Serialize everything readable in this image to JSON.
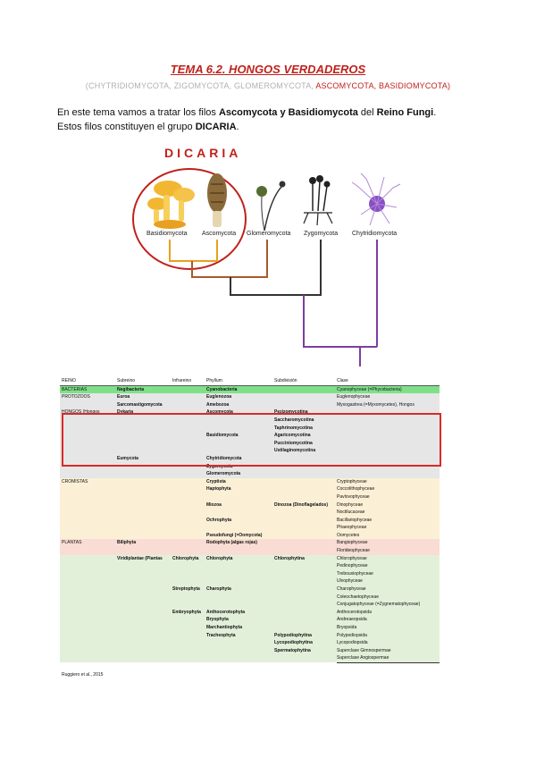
{
  "header": {
    "title": "TEMA 6.2. HONGOS VERDADEROS",
    "subtitle_gray": "(CHYTRIDIOMYCOTA, ZIGOMYCOTA, GLOMEROMYCOTA, ",
    "subtitle_red": "ASCOMYCOTA, BASIDIOMYCOTA)"
  },
  "intro": {
    "line1_a": "En este tema vamos a tratar los filos ",
    "line1_b": "Ascomycota y Basidiomycota",
    "line1_c": " del ",
    "line1_d": "Reino Fungi",
    "line1_e": ".",
    "line2_a": "Estos filos constituyen el grupo ",
    "line2_b": "DICARIA",
    "line2_c": "."
  },
  "tree": {
    "group_label": "DICARIA",
    "clades": [
      "Basidiomycota",
      "Ascomycota",
      "Glomeromycota",
      "Zygomycota",
      "Chytridiomycota"
    ],
    "colors": {
      "highlight": "#c0211b",
      "orange": "#e8a020",
      "brown": "#a85a2a",
      "dark": "#333333",
      "purple": "#7b3fa0"
    }
  },
  "table": {
    "headers": [
      "REINO",
      "Subreino",
      "Infrareino",
      "Phyllum",
      "Subdivisión",
      "Clase"
    ],
    "rows": [
      {
        "c0": "BACTERIAS",
        "c1": "Negibacteria",
        "c2": "",
        "c3": "Cyanobacteria",
        "c4": "",
        "c5": "Cyanophyceae (=Phycobacteria)",
        "bg": "#7fe08a"
      },
      {
        "c0": "PROTOZOOS",
        "c1": "Euroa",
        "c2": "",
        "c3": "Euglenozoa",
        "c4": "",
        "c5": "Euglenophyceae",
        "bg": "#e6e6e6"
      },
      {
        "c0": "",
        "c1": "Sarcomastigomycota",
        "c2": "",
        "c3": "Amebozoa",
        "c4": "",
        "c5": "Myxogastrea (=Myxomycetes), Hongos",
        "bg": "#e6e6e6"
      },
      {
        "c0": "HONGOS (Hongos",
        "c1": "Dykaria",
        "c2": "",
        "c3": "Ascomycota",
        "c4": "Pezizomycotina",
        "c5": "",
        "bg": "#e6e6e6"
      },
      {
        "c0": "",
        "c1": "",
        "c2": "",
        "c3": "",
        "c4": "Saccharomycotina",
        "c5": "",
        "bg": "#e6e6e6"
      },
      {
        "c0": "",
        "c1": "",
        "c2": "",
        "c3": "",
        "c4": "Taphrinomycotina",
        "c5": "",
        "bg": "#e6e6e6"
      },
      {
        "c0": "",
        "c1": "",
        "c2": "",
        "c3": "Basidiomycota",
        "c4": "Agaricomycotina",
        "c5": "",
        "bg": "#e6e6e6"
      },
      {
        "c0": "",
        "c1": "",
        "c2": "",
        "c3": "",
        "c4": "Pucciniomycotina",
        "c5": "",
        "bg": "#e6e6e6"
      },
      {
        "c0": "",
        "c1": "",
        "c2": "",
        "c3": "",
        "c4": "Ustilaginomycotina",
        "c5": "",
        "bg": "#e6e6e6"
      },
      {
        "c0": "",
        "c1": "Eumycota",
        "c2": "",
        "c3": "Chytridiomycota",
        "c4": "",
        "c5": "",
        "bg": "#e6e6e6"
      },
      {
        "c0": "",
        "c1": "",
        "c2": "",
        "c3": "Zygomycota",
        "c4": "",
        "c5": "",
        "bg": "#e6e6e6"
      },
      {
        "c0": "",
        "c1": "",
        "c2": "",
        "c3": "Glomeromycota",
        "c4": "",
        "c5": "",
        "bg": "#e6e6e6"
      },
      {
        "c0": "CROMISTAS",
        "c1": "",
        "c2": "",
        "c3": "Cryptista",
        "c4": "",
        "c5": "Cryptophyceae",
        "bg": "#fbf0d6"
      },
      {
        "c0": "",
        "c1": "",
        "c2": "",
        "c3": "Haptophyta",
        "c4": "",
        "c5": "Coccolithophyceae",
        "bg": "#fbf0d6"
      },
      {
        "c0": "",
        "c1": "",
        "c2": "",
        "c3": "",
        "c4": "",
        "c5": "Pavlovophyceae",
        "bg": "#fbf0d6"
      },
      {
        "c0": "",
        "c1": "",
        "c2": "",
        "c3": "Miozoa",
        "c4": "Dinozoa (Dinoflagelados)",
        "c5": "Dinophyceae",
        "bg": "#fbf0d6"
      },
      {
        "c0": "",
        "c1": "",
        "c2": "",
        "c3": "",
        "c4": "",
        "c5": "Noctilucaceae",
        "bg": "#fbf0d6"
      },
      {
        "c0": "",
        "c1": "",
        "c2": "",
        "c3": "Ochrophyta",
        "c4": "",
        "c5": "Bacillariophyceae",
        "bg": "#fbf0d6"
      },
      {
        "c0": "",
        "c1": "",
        "c2": "",
        "c3": "",
        "c4": "",
        "c5": "Phaeophyceae",
        "bg": "#fbf0d6"
      },
      {
        "c0": "",
        "c1": "",
        "c2": "",
        "c3": "Pseudofungi (=Oomycota)",
        "c4": "",
        "c5": "Oomycetes",
        "bg": "#fbf0d6"
      },
      {
        "c0": "PLANTAS",
        "c1": "Biliphyta",
        "c2": "",
        "c3": "Rodophyta (algas rojas)",
        "c4": "",
        "c5": "Bangiophyceae",
        "bg": "#f9dcd4"
      },
      {
        "c0": "",
        "c1": "",
        "c2": "",
        "c3": "",
        "c4": "",
        "c5": "Florideophyceae",
        "bg": "#f9dcd4"
      },
      {
        "c0": "",
        "c1": "Viridiplantae (Plantas",
        "c2": "Chlorophyta",
        "c3": "Chlorophyta",
        "c4": "Chlorophytina",
        "c5": "Chlorophyceae",
        "bg": "#e3f0d9"
      },
      {
        "c0": "",
        "c1": "",
        "c2": "",
        "c3": "",
        "c4": "",
        "c5": "Pedinophyceae",
        "bg": "#e3f0d9"
      },
      {
        "c0": "",
        "c1": "",
        "c2": "",
        "c3": "",
        "c4": "",
        "c5": "Trebouxiophyceae",
        "bg": "#e3f0d9"
      },
      {
        "c0": "",
        "c1": "",
        "c2": "",
        "c3": "",
        "c4": "",
        "c5": "Ulvophyceae",
        "bg": "#e3f0d9"
      },
      {
        "c0": "",
        "c1": "",
        "c2": "Streptophyta",
        "c3": "Charophyta",
        "c4": "",
        "c5": "Charophyceae",
        "bg": "#e3f0d9"
      },
      {
        "c0": "",
        "c1": "",
        "c2": "",
        "c3": "",
        "c4": "",
        "c5": "Coleochaetophyceae",
        "bg": "#e3f0d9"
      },
      {
        "c0": "",
        "c1": "",
        "c2": "",
        "c3": "",
        "c4": "",
        "c5": "Conjugatophyceae (=Zygnematophyceae)",
        "bg": "#e3f0d9"
      },
      {
        "c0": "",
        "c1": "",
        "c2": "Embryophyta",
        "c3": "Anthocerotophyta",
        "c4": "",
        "c5": "Anthocerotopsida",
        "bg": "#e3f0d9"
      },
      {
        "c0": "",
        "c1": "",
        "c2": "",
        "c3": "Bryophyta",
        "c4": "",
        "c5": "Andreaeopsida",
        "bg": "#e3f0d9"
      },
      {
        "c0": "",
        "c1": "",
        "c2": "",
        "c3": "Marchantiophyta",
        "c4": "",
        "c5": "Bryopsida",
        "bg": "#e3f0d9"
      },
      {
        "c0": "",
        "c1": "",
        "c2": "",
        "c3": "Tracheophyta",
        "c4": "Polypodiophytina",
        "c5": "Polypodiopsida",
        "bg": "#e3f0d9"
      },
      {
        "c0": "",
        "c1": "",
        "c2": "",
        "c3": "",
        "c4": "Lycopodiophytina",
        "c5": "Lycopodiopsida",
        "bg": "#e3f0d9"
      },
      {
        "c0": "",
        "c1": "",
        "c2": "",
        "c3": "",
        "c4": "Spermatophytina",
        "c5": "Superclase Gimnospermae",
        "bg": "#e3f0d9"
      },
      {
        "c0": "",
        "c1": "",
        "c2": "",
        "c3": "",
        "c4": "",
        "c5": "Superclase Angiospermae",
        "bg": "#e3f0d9"
      }
    ],
    "credit": "Ruggiero et al., 2015"
  }
}
